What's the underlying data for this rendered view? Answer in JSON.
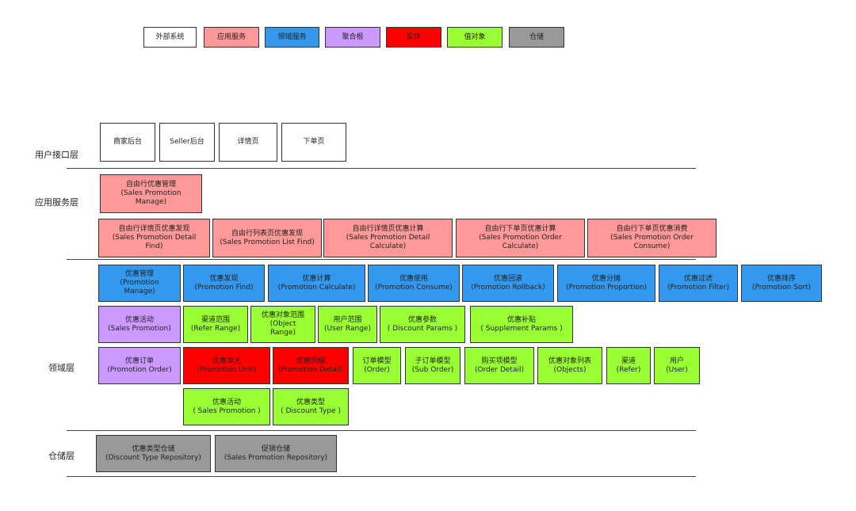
{
  "colors": {
    "external": "#ffffff",
    "app_service": "#ff9999",
    "domain_service": "#3399ee",
    "aggregate_root": "#cc99ff",
    "entity": "#ff0000",
    "value_object": "#99ff33",
    "repository": "#999999"
  },
  "legend": [
    "外部系统",
    "应用服务",
    "领域服务",
    "聚合根",
    "实体",
    "值对象",
    "仓储"
  ],
  "layers": {
    "ui": "用户接口层",
    "app": "应用服务层",
    "domain": "领域层",
    "repo": "仓储层"
  },
  "ui_boxes": [
    "商家后台",
    "Seller后台",
    "详情页",
    "下单页"
  ],
  "app_manage": "自由行优惠管理\n(Sales Promotion\nManage)",
  "app_boxes": [
    "自由行详情页优惠发现\n(Sales Promotion Detail\nFind)",
    "自由行列表页优惠发现\n(Sales Promotion List Find)",
    "自由行详情页优惠计算\n(Sales Promotion Detail\nCalculate)",
    "自由行下单页优惠计算\n(Sales Promotion Order\nCalculate)",
    "自由行下单页优惠消费\n(Sales Promotion Order\nConsume)"
  ],
  "domain_services": [
    "优惠管理\n(Promotion\nManage)",
    "优惠发现\n(Promotion Find)",
    "优惠计算\n(Promotion Calculate)",
    "优惠使用\n(Promotion Consume)",
    "优惠回滚\n(Promotion Rollback)",
    "优惠分摊\n(Promotion Proportion)",
    "优惠过滤\n(Promotion Filter)",
    "优惠排序\n(Promotion Sort)"
  ],
  "row2": [
    "优惠活动\n(Sales Promotion)",
    "渠道范围\n(Refer Range)",
    "优惠对象范围\n(Object\nRange)",
    "用户范围\n(User Range)",
    "优惠参数\n( Discount Params )",
    "优惠补贴\n( Supplement Params )"
  ],
  "row3": [
    "优惠订单\n(Promotion Order)",
    "优惠单元\n(Promotion Unit)",
    "优惠明细\n(Promotion Detail)",
    "订单模型\n(Order)",
    "子订单模型\n(Sub Order)",
    "购买项模型\n(Order Detail)",
    "优惠对象列表\n(Objects)",
    "渠道\n(Refer)",
    "用户\n(User)"
  ],
  "row4": [
    "优惠活动\n( Sales Promotion )",
    "优惠类型\n( Discount Type )"
  ],
  "repos": [
    "优惠类型仓储\n(Discount Type Repository)",
    "促销仓储\n(Sales Promotion Repository)"
  ]
}
